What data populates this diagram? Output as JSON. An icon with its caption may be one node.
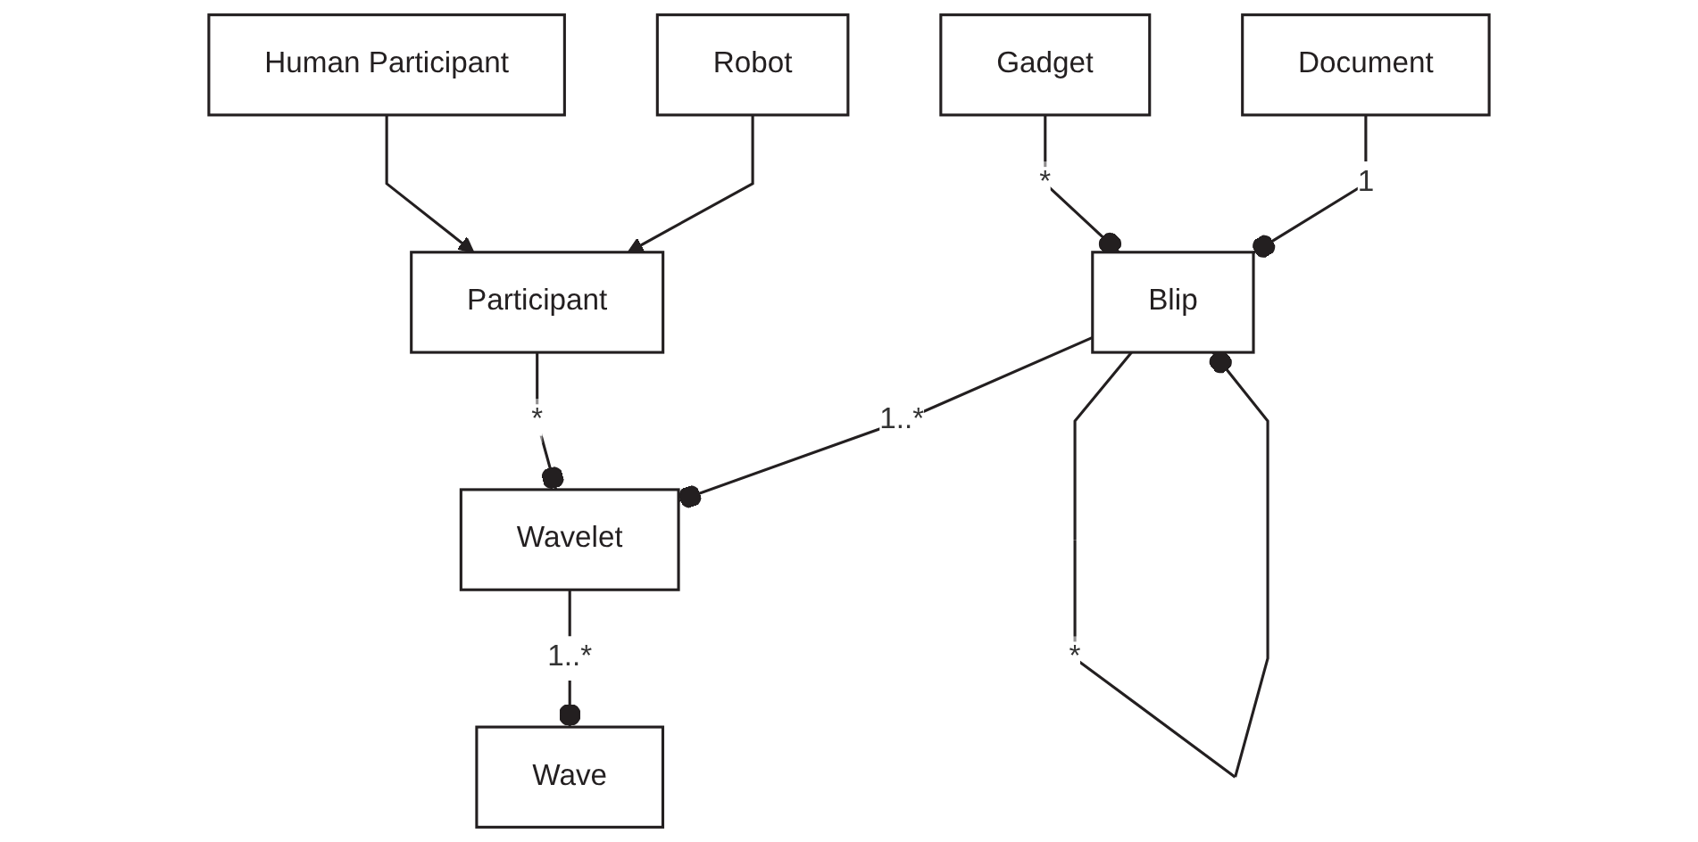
{
  "diagram": {
    "nodes": [
      {
        "text": [
          "Wave"
        ]
      },
      {
        "text": [
          "Participant"
        ]
      },
      {
        "text": [
          "Wavelet"
        ]
      },
      {
        "text": [
          "Human Participant"
        ]
      },
      {
        "text": [
          "Robot"
        ]
      },
      {
        "text": [
          "Blip"
        ]
      },
      {
        "text": [
          "Gadget"
        ]
      },
      {
        "text": [
          "Document"
        ]
      }
    ],
    "edges": [
      {
        "from": 2,
        "to": 0,
        "arrow": "other",
        "label": "1..*"
      },
      {
        "from": 1,
        "to": 2,
        "arrow": "other",
        "label": "*"
      },
      {
        "from": 3,
        "to": 1,
        "arrow": "to"
      },
      {
        "from": 4,
        "to": 1,
        "arrow": "to"
      },
      {
        "from": 5,
        "to": 2,
        "arrow": "other",
        "label": "1..*"
      },
      {
        "from": 5,
        "to": 5,
        "arrow": "other",
        "label": "*"
      },
      {
        "from": 6,
        "to": 5,
        "arrow": "other",
        "label": "*"
      },
      {
        "from": 7,
        "to": 5,
        "arrow": "other",
        "label": "1"
      }
    ]
  }
}
